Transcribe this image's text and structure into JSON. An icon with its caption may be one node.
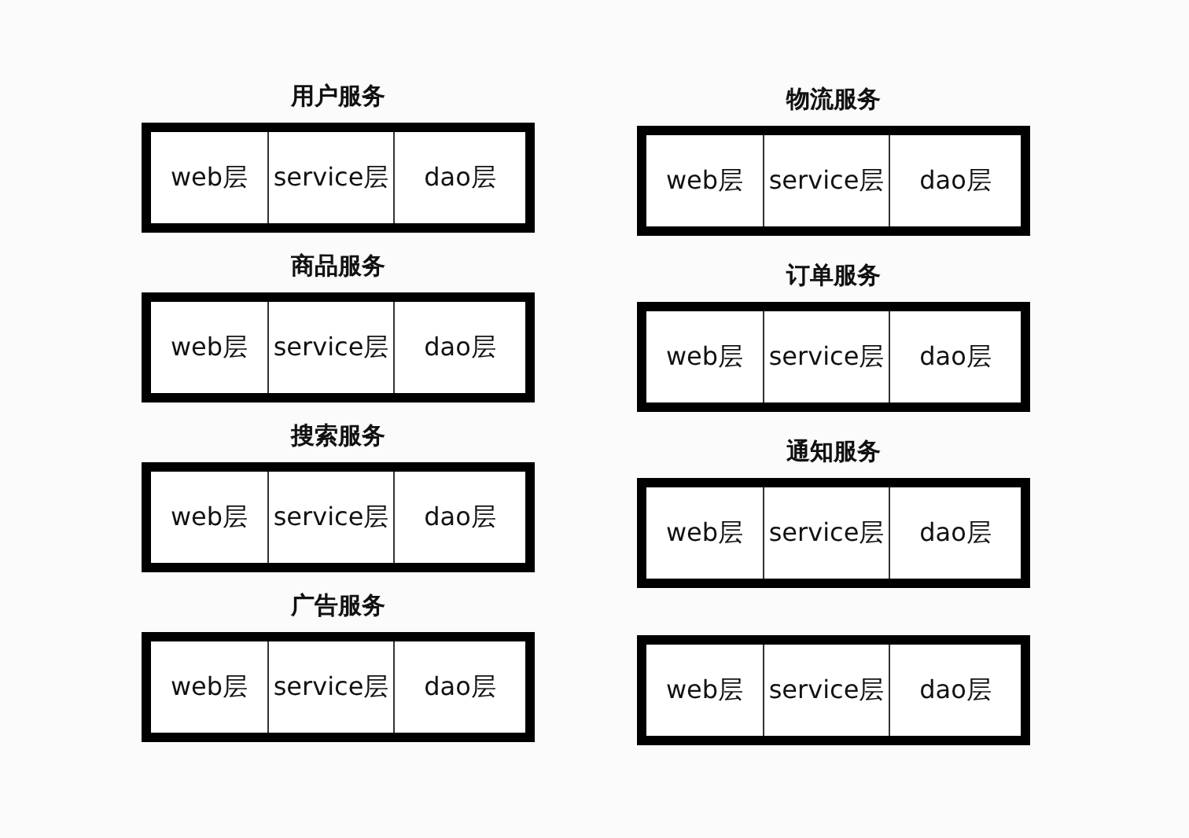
{
  "diagram": {
    "nodes": [
      {
        "text": [
          "用户服务"
        ]
      },
      {
        "text": [
          "web层"
        ],
        "in": 0
      },
      {
        "text": [
          "service层"
        ],
        "in": 0
      },
      {
        "text": [
          "dao层"
        ],
        "in": 0
      },
      {
        "text": [
          "物流服务"
        ]
      },
      {
        "text": [
          "web层"
        ],
        "in": 4
      },
      {
        "text": [
          "service层"
        ],
        "in": 4
      },
      {
        "text": [
          "dao层"
        ],
        "in": 4
      },
      {
        "text": [
          "商品服务"
        ]
      },
      {
        "text": [
          "web层"
        ],
        "in": 8
      },
      {
        "text": [
          "service层"
        ],
        "in": 8
      },
      {
        "text": [
          "dao层"
        ],
        "in": 8
      },
      {
        "text": [
          "订单服务"
        ]
      },
      {
        "text": [
          "web层"
        ],
        "in": 12
      },
      {
        "text": [
          "service层"
        ],
        "in": 12
      },
      {
        "text": [
          "dao层"
        ],
        "in": 12
      },
      {
        "text": [
          "搜索服务"
        ]
      },
      {
        "text": [
          "web层"
        ],
        "in": 16
      },
      {
        "text": [
          "service层"
        ],
        "in": 16
      },
      {
        "text": [
          "dao层"
        ],
        "in": 16
      },
      {
        "text": [
          "通知服务"
        ]
      },
      {
        "text": [
          "web层"
        ],
        "in": 20
      },
      {
        "text": [
          "service层"
        ],
        "in": 20
      },
      {
        "text": [
          "dao层"
        ],
        "in": 20
      },
      {
        "text": [
          "广告服务"
        ]
      },
      {
        "text": [
          "web层"
        ],
        "in": 24
      },
      {
        "text": [
          "service层"
        ],
        "in": 24
      },
      {
        "text": [
          "dao层"
        ],
        "in": 24
      },
      {
        "text": [],
        "shape": "box"
      },
      {
        "text": [
          "web层"
        ],
        "in": 28
      },
      {
        "text": [
          "service层"
        ],
        "in": 28
      },
      {
        "text": [
          "dao层"
        ],
        "in": 28
      }
    ],
    "edges": []
  }
}
